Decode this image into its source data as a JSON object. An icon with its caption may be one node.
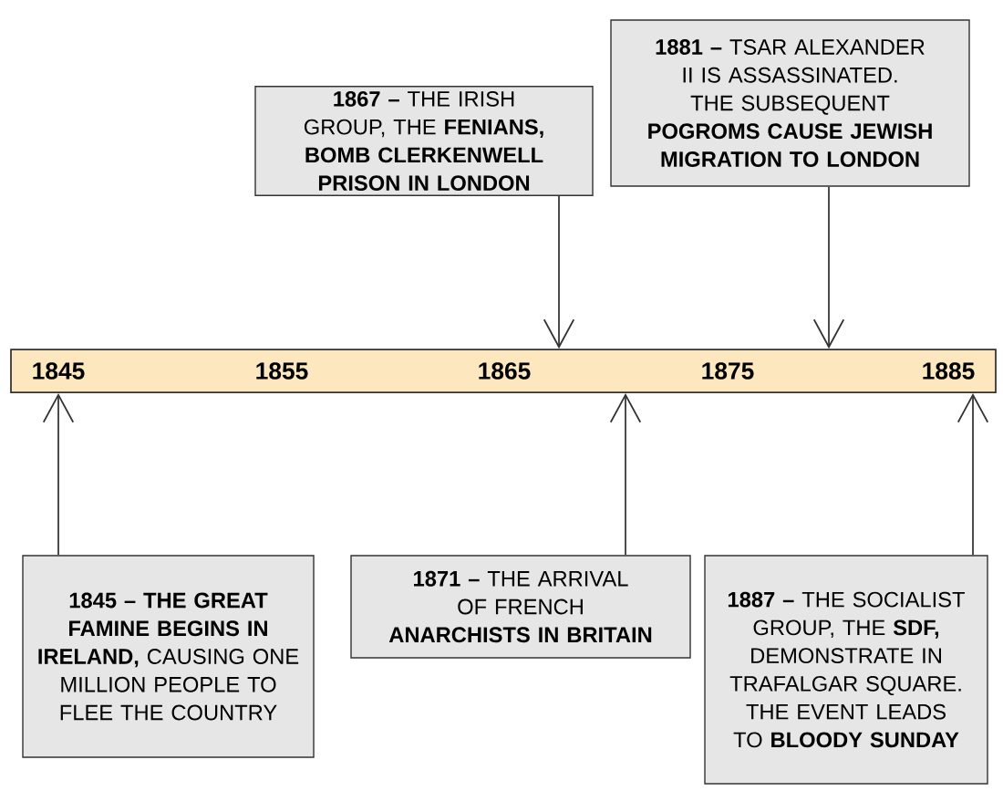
{
  "diagram": {
    "nodes": [
      {
        "text": [
          "1845",
          "1855",
          "1865",
          "1875",
          "1885"
        ]
      },
      {
        "text": [
          "**1867 –** THE IRISH GROUP, THE **FENIANS, BOMB CLERKENWELL PRISON IN LONDON**"
        ]
      },
      {
        "text": [
          "**1881 –** TSAR ALEXANDER II IS ASSASSINATED. THE SUBSEQUENT **POGROMS CAUSE JEWISH MIGRATION TO LONDON**"
        ]
      },
      {
        "text": [
          "**1845 – THE GREAT FAMINE BEGINS IN IRELAND,** CAUSING ONE MILLION PEOPLE TO FLEE THE COUNTRY"
        ]
      },
      {
        "text": [
          "**1871 –** THE ARRIVAL OF FRENCH **ANARCHISTS IN BRITAIN**"
        ]
      },
      {
        "text": [
          "**1887 –** THE SOCIALIST GROUP, THE **SDF,** DEMONSTRATE IN TRAFALGAR SQUARE. THE EVENT LEADS TO **BLOODY SUNDAY**"
        ]
      }
    ],
    "edges": [
      {
        "from": 1,
        "to": 0,
        "arrow": "to"
      },
      {
        "from": 2,
        "to": 0,
        "arrow": "to"
      },
      {
        "from": 3,
        "to": 0,
        "arrow": "to"
      },
      {
        "from": 4,
        "to": 0,
        "arrow": "to"
      },
      {
        "from": 5,
        "to": 0,
        "arrow": "to"
      }
    ]
  }
}
